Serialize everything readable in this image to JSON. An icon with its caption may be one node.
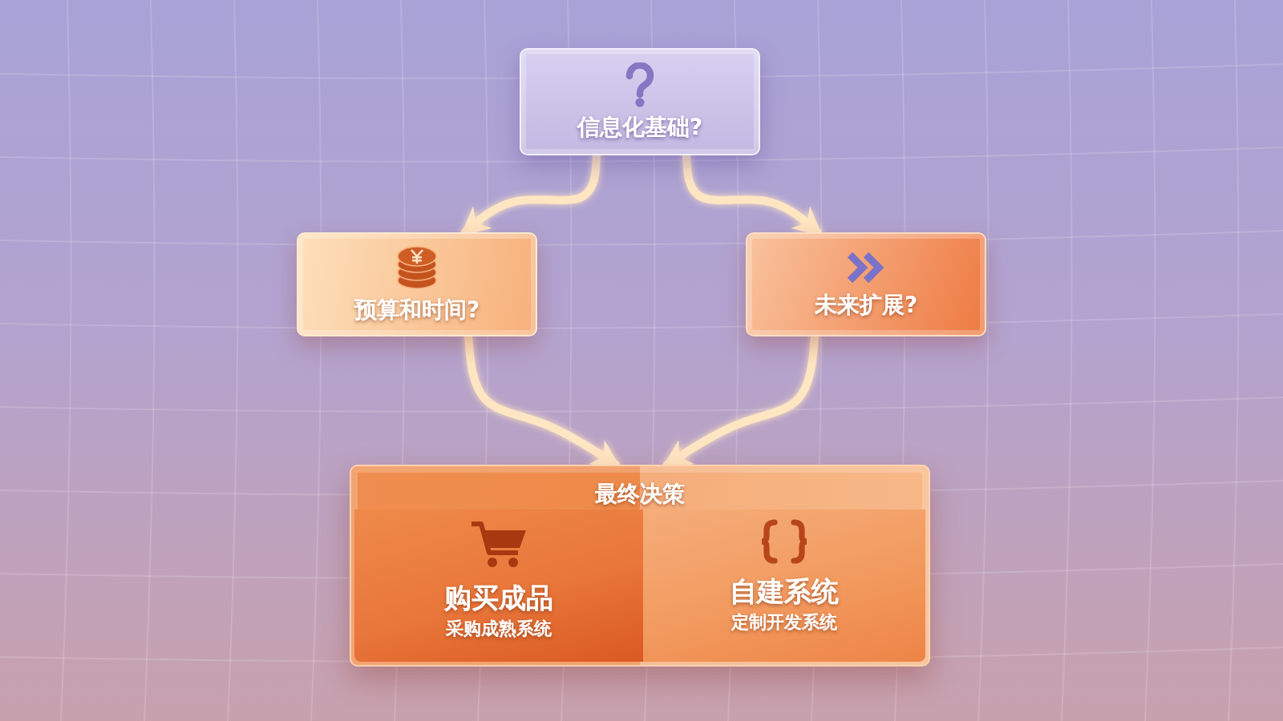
{
  "diagram": {
    "nodes": [
      {
        "text": [
          "信息化基础?"
        ]
      },
      {
        "text": [
          "预算和时间?"
        ]
      },
      {
        "text": [
          "未来扩展?"
        ]
      },
      {
        "text": [
          "最终决策"
        ]
      },
      {
        "text": [
          "购买成品",
          "采购成熟系统"
        ],
        "in": 3
      },
      {
        "text": [
          "自建系统",
          "定制开发系统"
        ],
        "in": 3
      }
    ],
    "edges": [
      {
        "from": 0,
        "to": 1,
        "arrow": "to"
      },
      {
        "from": 0,
        "to": 2,
        "arrow": "to"
      },
      {
        "from": 1,
        "to": 3,
        "arrow": "to"
      },
      {
        "from": 2,
        "to": 3,
        "arrow": "to"
      }
    ]
  }
}
